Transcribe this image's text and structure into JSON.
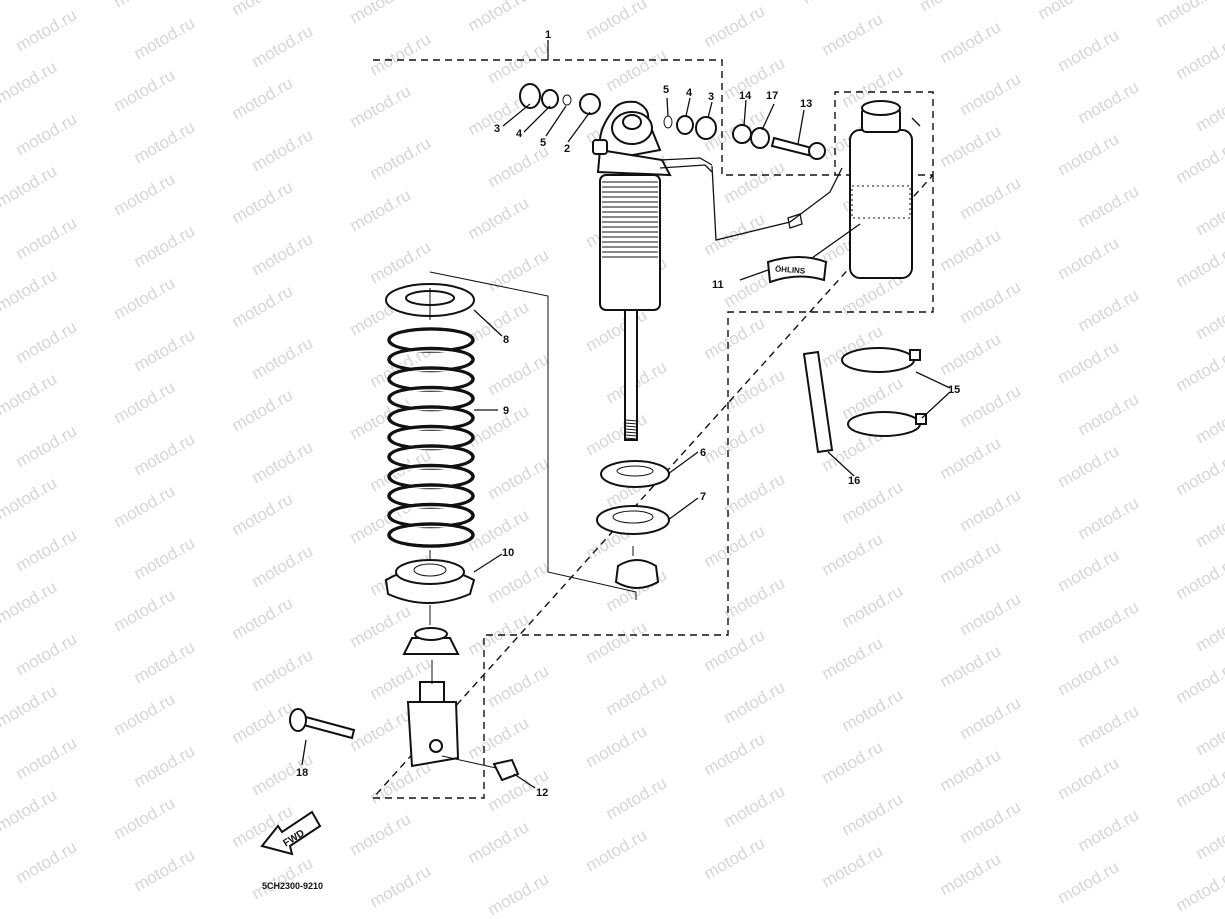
{
  "watermark": {
    "text": "motod.ru"
  },
  "diagram_code": "5CH2300-9210",
  "fwd_label": "FWD",
  "reservoir_brand": "ÖHLINS",
  "callouts": [
    {
      "id": "c1",
      "text": "1"
    },
    {
      "id": "c2",
      "text": "2"
    },
    {
      "id": "c3a",
      "text": "3"
    },
    {
      "id": "c3b",
      "text": "3"
    },
    {
      "id": "c4a",
      "text": "4"
    },
    {
      "id": "c4b",
      "text": "4"
    },
    {
      "id": "c5a",
      "text": "5"
    },
    {
      "id": "c5b",
      "text": "5"
    },
    {
      "id": "c6",
      "text": "6"
    },
    {
      "id": "c7",
      "text": "7"
    },
    {
      "id": "c8",
      "text": "8"
    },
    {
      "id": "c9",
      "text": "9"
    },
    {
      "id": "c10",
      "text": "10"
    },
    {
      "id": "c11",
      "text": "11"
    },
    {
      "id": "c12",
      "text": "12"
    },
    {
      "id": "c13",
      "text": "13"
    },
    {
      "id": "c14",
      "text": "14"
    },
    {
      "id": "c15",
      "text": "15"
    },
    {
      "id": "c16",
      "text": "16"
    },
    {
      "id": "c17",
      "text": "17"
    },
    {
      "id": "c18",
      "text": "18"
    }
  ]
}
